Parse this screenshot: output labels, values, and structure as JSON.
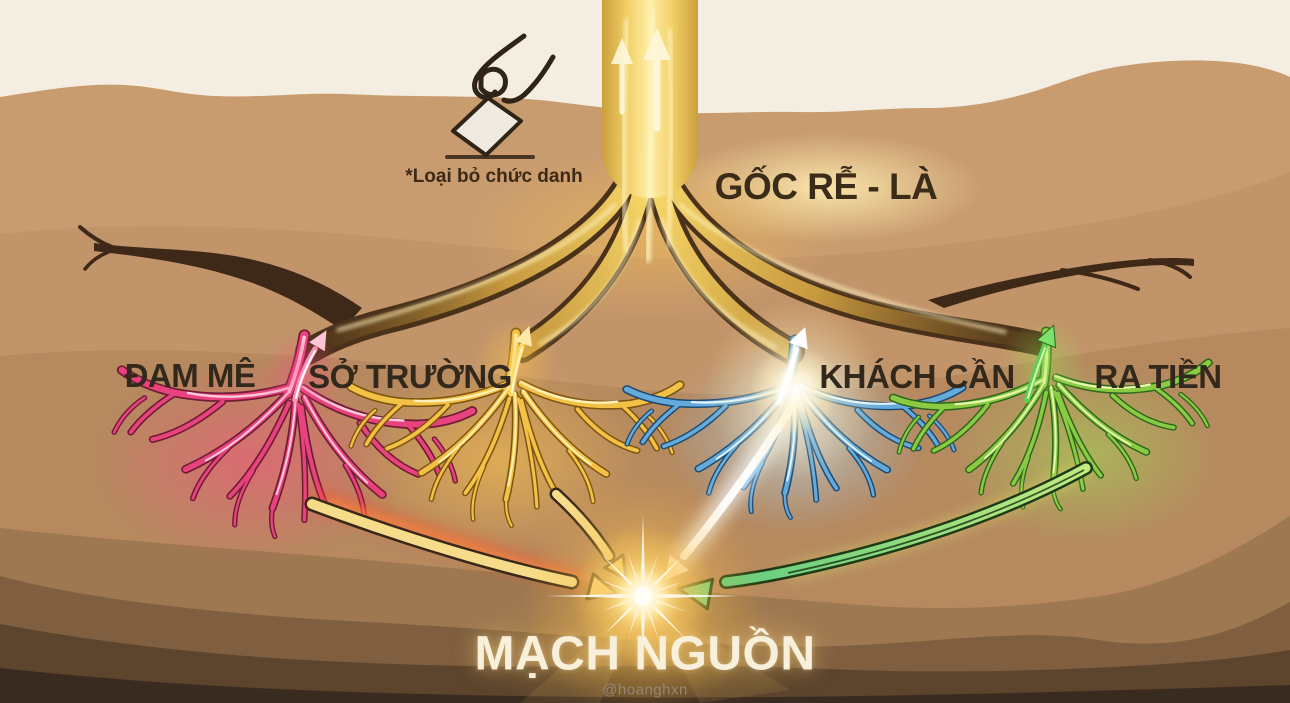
{
  "meta": {
    "watermark": "@hoanghxn"
  },
  "diagram": {
    "note": "*Loại bỏ chức danh",
    "root_title": "GỐC RỄ - LÀ",
    "center_label": "MẠCH NGUỒN",
    "roots": [
      {
        "id": "dam-me",
        "label": "ĐAM MÊ",
        "color": "#e8437e"
      },
      {
        "id": "so-truong",
        "label": "SỞ TRƯỜNG",
        "color": "#f3c145"
      },
      {
        "id": "khach-can",
        "label": "KHÁCH CẦN",
        "color": "#64abdc"
      },
      {
        "id": "ra-tien",
        "label": "RA TIỀN",
        "color": "#8bca43"
      }
    ],
    "icons": [
      {
        "name": "hand-drop-card-icon",
        "meaning": "hand dropping a job-title card into a slot"
      },
      {
        "name": "sunburst-icon",
        "meaning": "glowing convergence point"
      }
    ],
    "palette": {
      "sky": "#f4eee2",
      "soil_light": "#c99c6f",
      "soil_dark": "#3a2b21",
      "trunk_gold": "#ffeea6",
      "glow_center": "#ffd76a"
    }
  }
}
